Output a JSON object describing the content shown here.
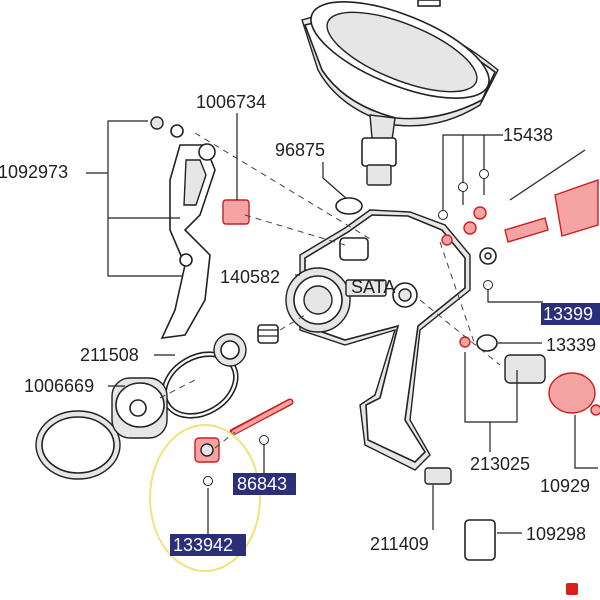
{
  "labels": {
    "p1006734": "1006734",
    "p1092973": "1092973",
    "p96875": "96875",
    "p15438": "15438",
    "p140582": "140582",
    "p211508": "211508",
    "p1006669": "1006669",
    "p86843": "86843",
    "p133942": "133942",
    "p133991": "13399",
    "p13339": "13339",
    "p213025": "213025",
    "p10929": "10929",
    "p211409": "211409",
    "p109298": "109298",
    "brand": "SATA"
  },
  "colors": {
    "highlight_bg": "#2b2f7a",
    "highlight_text": "#ffffff",
    "circle": "#f1e27a",
    "accent_red": "#d7211f"
  }
}
